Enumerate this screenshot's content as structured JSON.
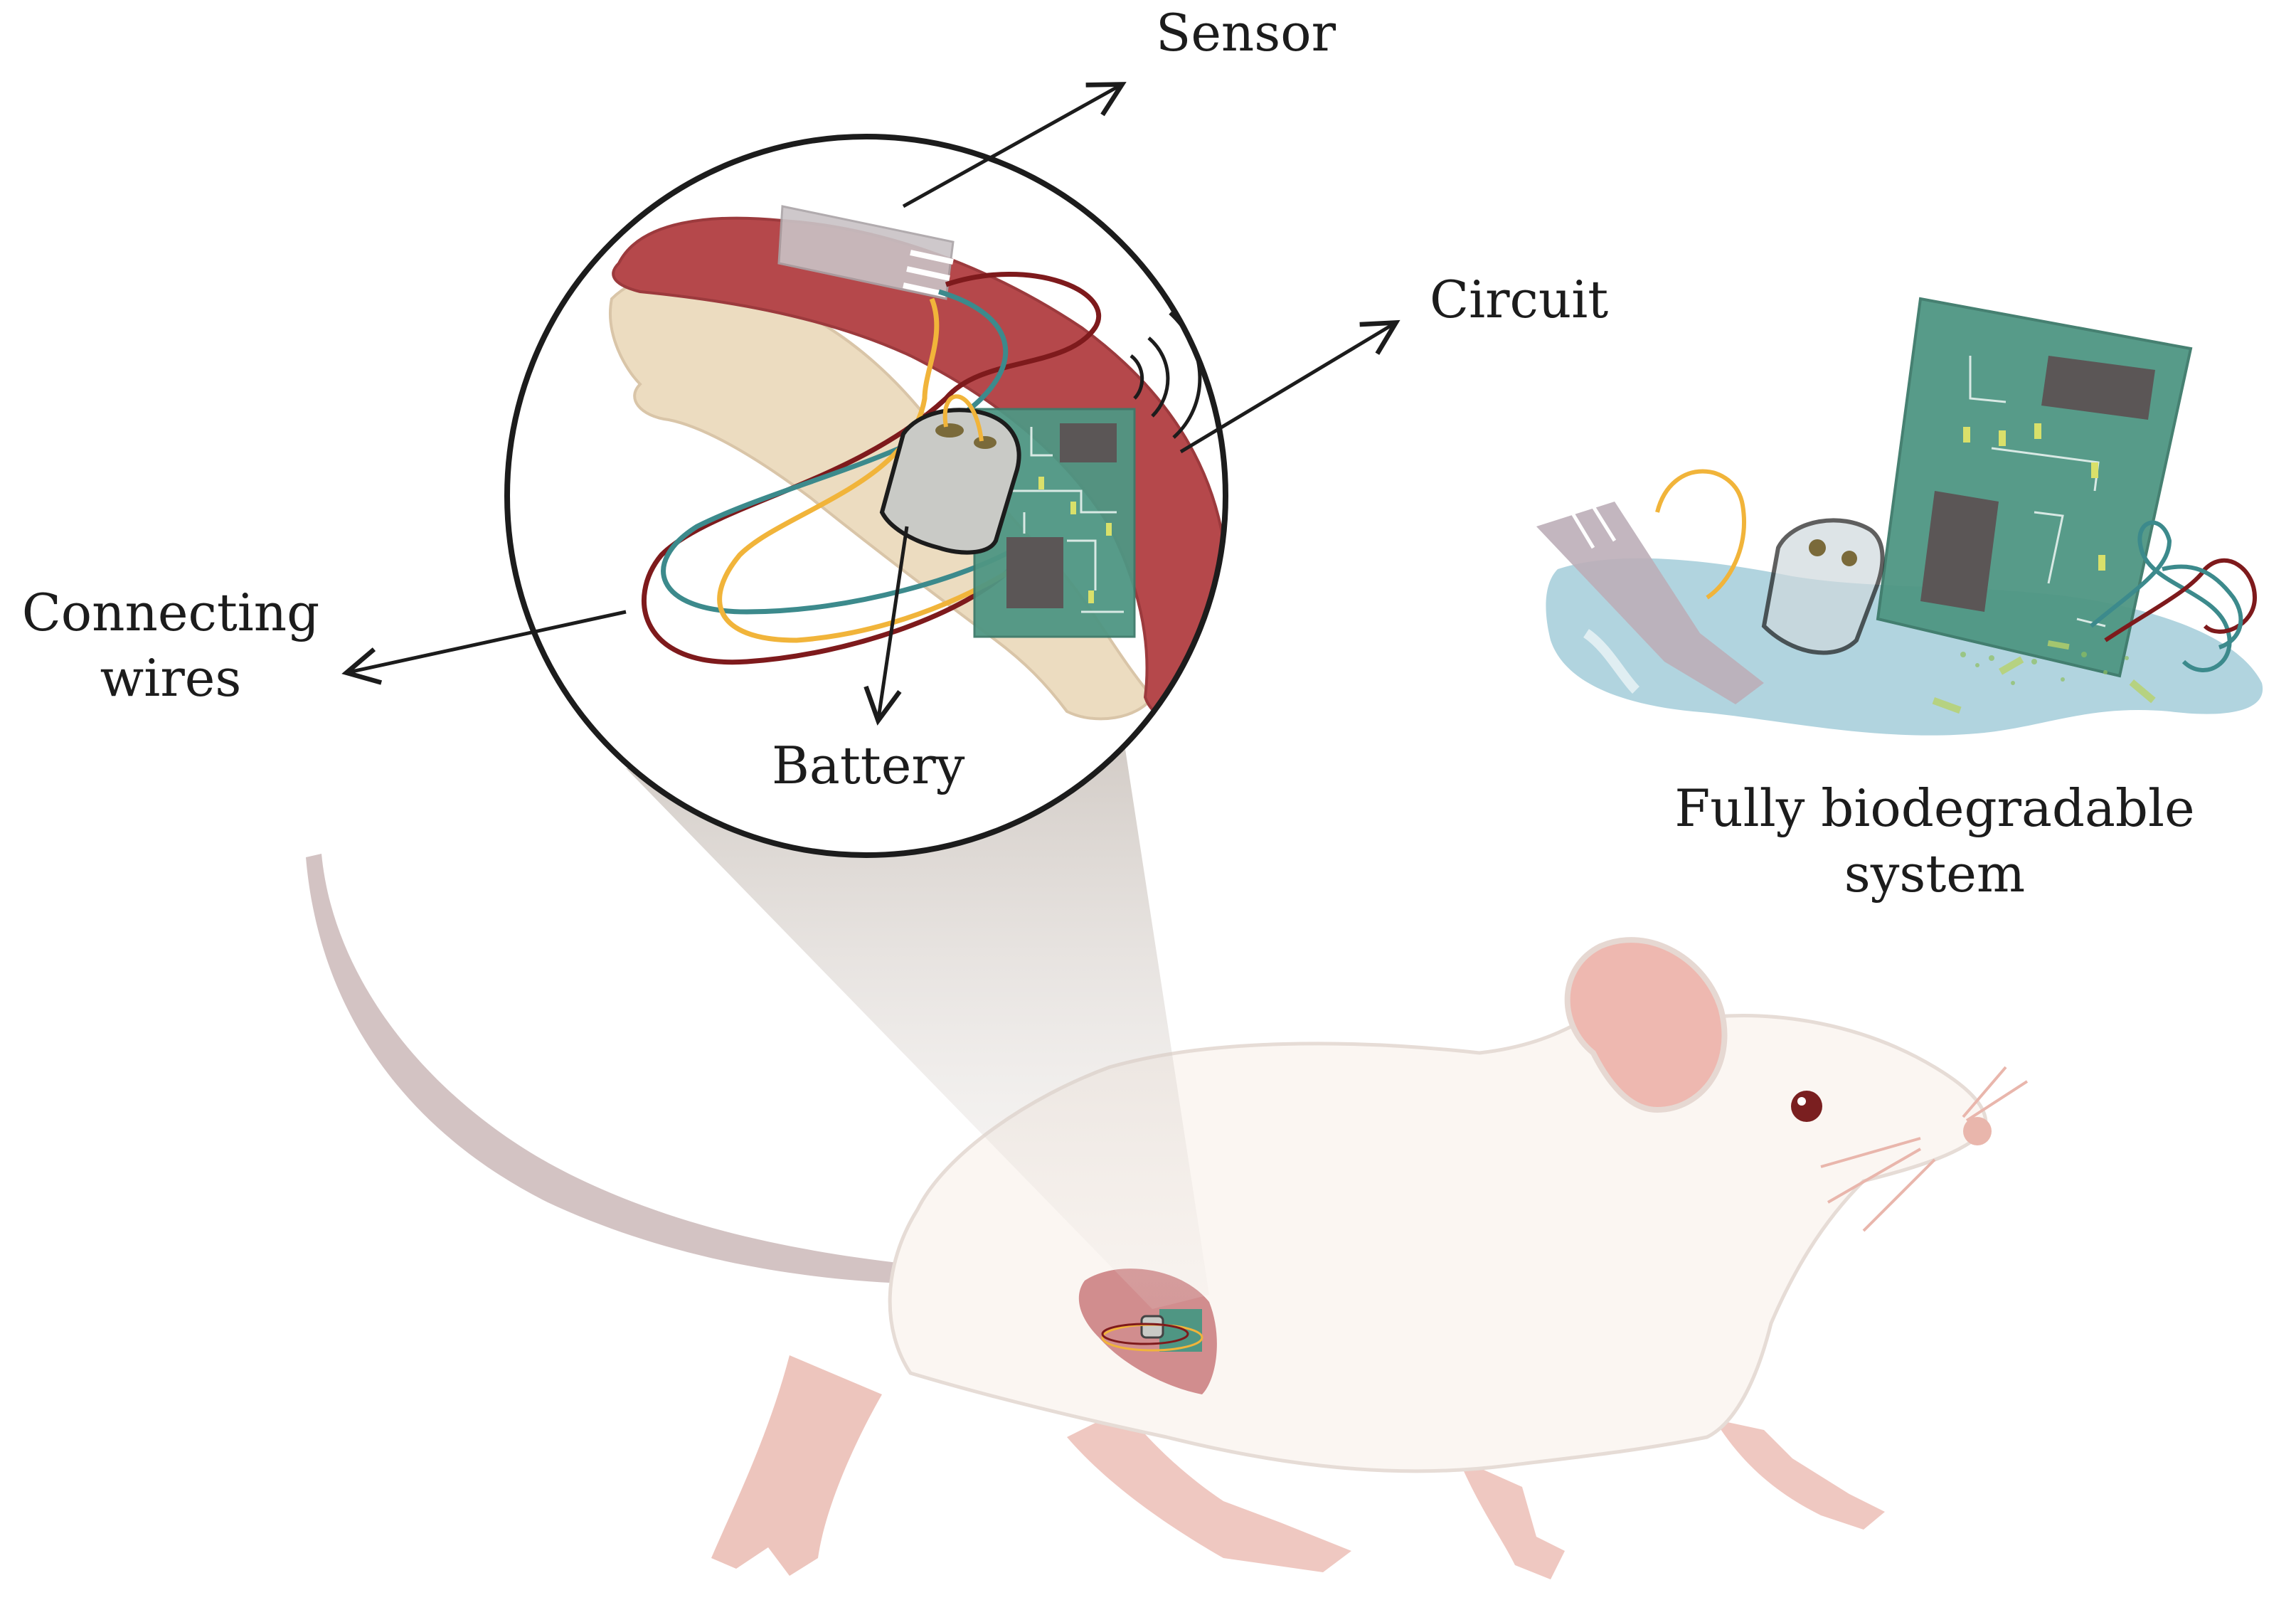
{
  "labels": {
    "sensor": "Sensor",
    "circuit": "Circuit",
    "connecting_wires_line1": "Connecting",
    "connecting_wires_line2": "wires",
    "battery": "Battery",
    "biodegradable_line1": "Fully biodegradable",
    "biodegradable_line2": "system"
  },
  "colors": {
    "muscle": "#b5484b",
    "bone": "#ecdcc0",
    "circuit_board": "#4f9683",
    "chip": "#5b5656",
    "battery": "#c9cac6",
    "wire_dark_red": "#7e1a1c",
    "wire_teal": "#3c8a8c",
    "wire_yellow": "#f1b43a",
    "water": "#a8cfdc",
    "rat_body": "#fbf6f2",
    "rat_outline": "#e6dcd6",
    "rat_pink": "#e9b6ac",
    "tail": "#cbb8b8"
  },
  "icons": [
    "sensor-icon",
    "circuit-board-icon",
    "battery-icon",
    "wireless-signal-icon",
    "rat-icon"
  ]
}
